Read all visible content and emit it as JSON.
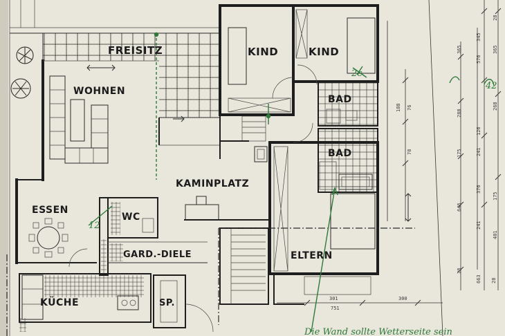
{
  "rooms": {
    "freisitz": "FREISITZ",
    "kind1": "KIND",
    "kind2": "KIND",
    "wohnen": "WOHNEN",
    "bad1": "BAD",
    "bad2": "BAD",
    "kaminplatz": "KAMINPLATZ",
    "essen": "ESSEN",
    "wc": "WC",
    "garderobe": "GARD.-DIELE",
    "eltern": "ELTERN",
    "kueche": "KÜCHE",
    "speisekammer": "SP."
  },
  "dimensions": {
    "d1": "365",
    "d2": "576",
    "d3": "345",
    "d4": "365",
    "d5": "268",
    "d6": "126",
    "d7": "288",
    "d8": "76",
    "d9": "188",
    "d10": "78",
    "d11": "175",
    "d12": "241",
    "d13": "376",
    "d14": "175",
    "d15": "646",
    "d16": "241",
    "d17": "401",
    "d18": "28",
    "d19": "663",
    "d20": "301",
    "d21": "300",
    "d22": "751",
    "d23": "28",
    "d24": "28"
  },
  "annotations": {
    "note_bottom": "Die Wand sollte Wetterseite sein",
    "mark_top": "2c",
    "mark_left": "12",
    "mark_right": "42"
  },
  "colors": {
    "paper": "#e9e6db",
    "ink": "#1e1e1e",
    "pen_green": "#2d7a3a"
  }
}
